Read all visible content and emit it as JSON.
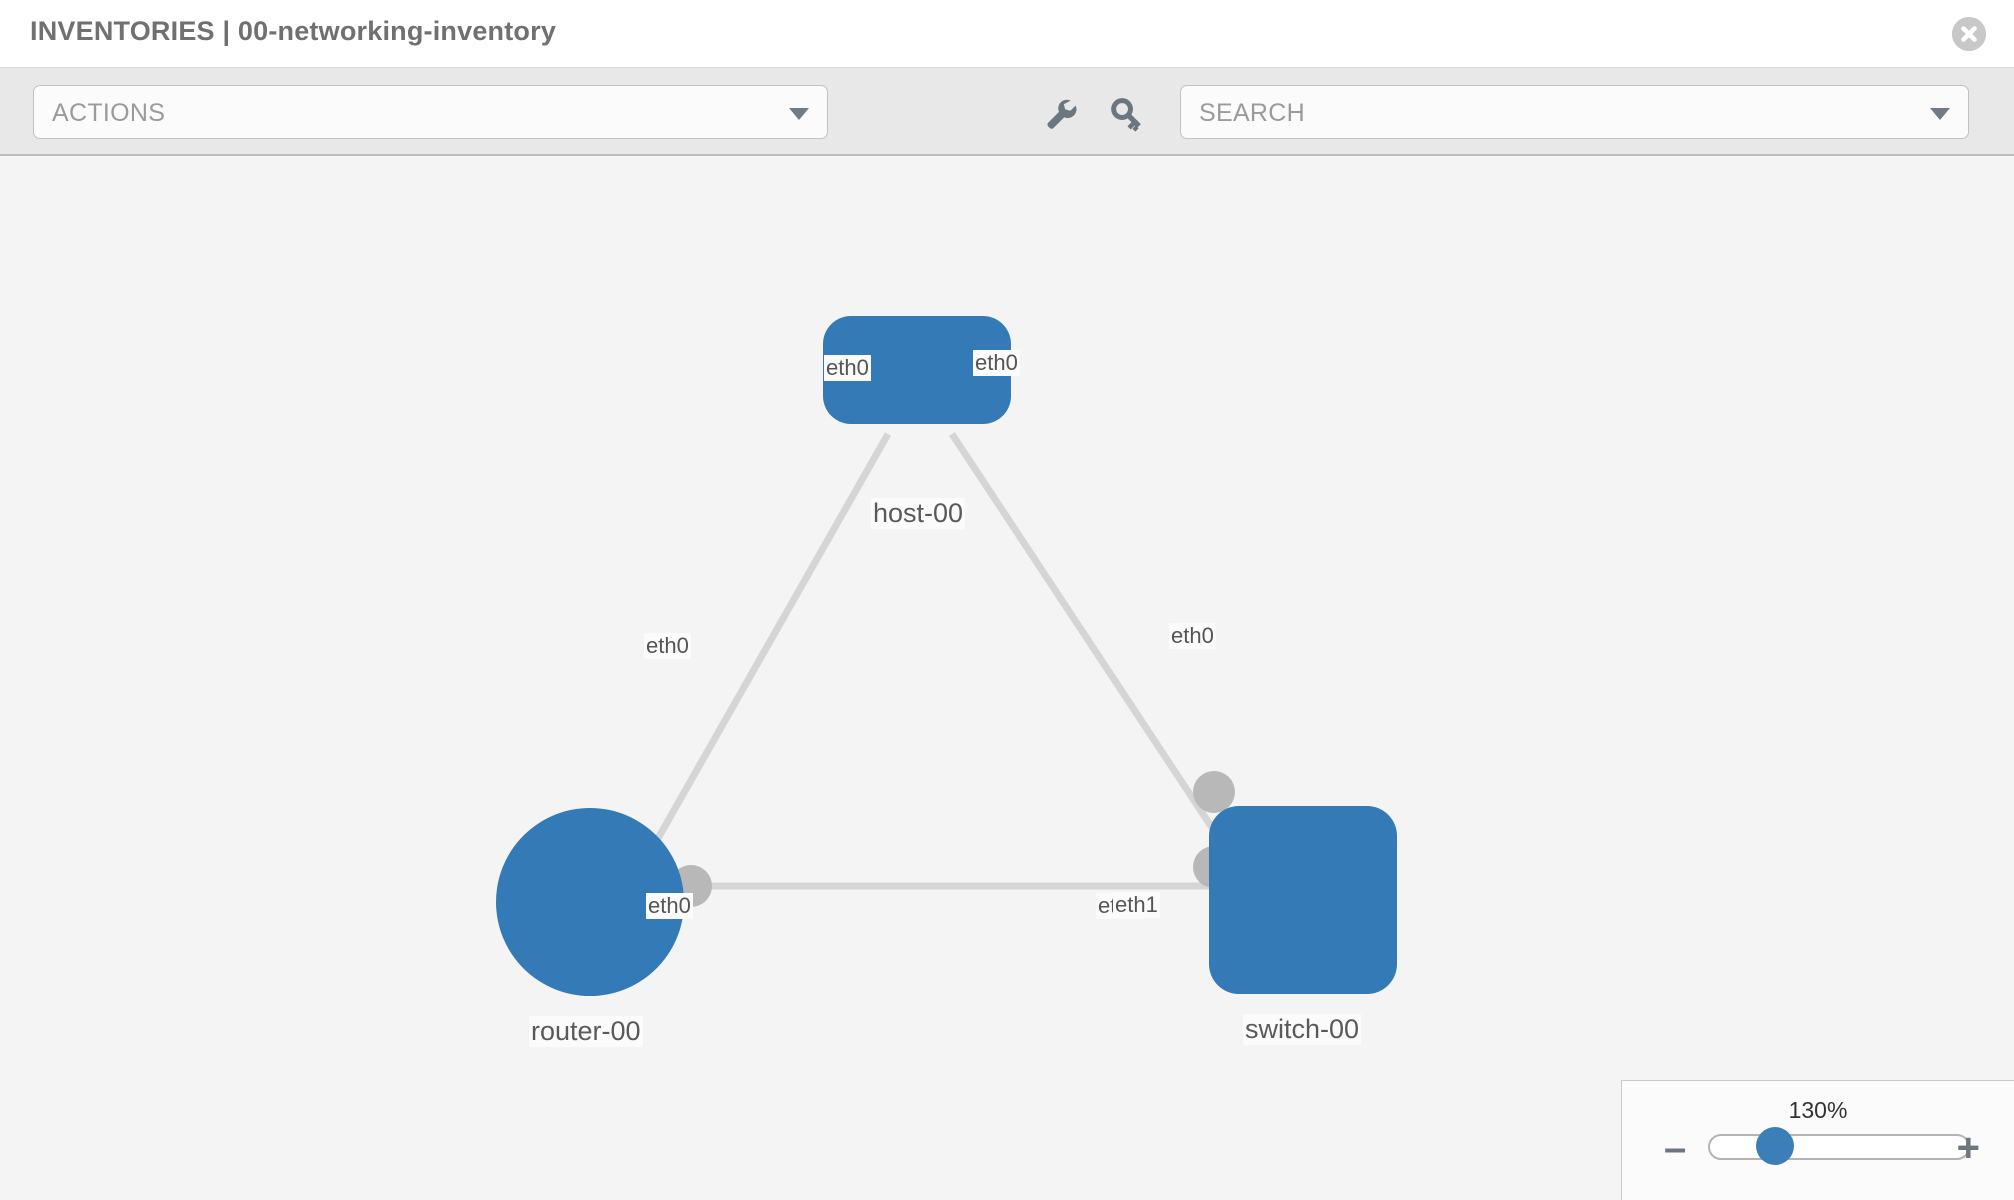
{
  "header": {
    "title": "INVENTORIES | 00-networking-inventory",
    "close_icon": "close-circle-icon"
  },
  "toolbar": {
    "actions": {
      "label": "ACTIONS",
      "caret_icon": "chevron-down-icon"
    },
    "search": {
      "placeholder": "SEARCH",
      "label": "SEARCH",
      "caret_icon": "chevron-down-icon"
    },
    "wrench_icon": "wrench-icon",
    "key_icon": "key-icon"
  },
  "topology": {
    "nodes": [
      {
        "id": "host-00",
        "label": "host-00",
        "type": "host",
        "shape": "rounded-rect",
        "icon": "server-appliance-icon"
      },
      {
        "id": "router-00",
        "label": "router-00",
        "type": "router",
        "shape": "circle",
        "icon": "four-arrows-inward-icon"
      },
      {
        "id": "switch-00",
        "label": "switch-00",
        "type": "switch",
        "shape": "rounded-square",
        "icon": "bidirectional-arrows-icon"
      }
    ],
    "links": [
      {
        "source": "host-00",
        "source_interface": "eth0",
        "target": "router-00",
        "target_interface": "eth0"
      },
      {
        "source": "host-00",
        "source_interface": "eth0",
        "target": "switch-00",
        "target_interface": "eth0"
      },
      {
        "source": "router-00",
        "source_interface": "eth0",
        "target": "switch-00",
        "target_interface": "eth1"
      }
    ],
    "interface_labels": {
      "host_left": "eth0",
      "host_right": "eth0",
      "router_up": "eth0",
      "switch_up": "eth0",
      "router_right": "eth0",
      "switch_left_hidden": "eth0",
      "switch_left": "eth1"
    },
    "node_color": "#337ab7",
    "link_color": "#d5d5d5",
    "interface_nub_color": "#b8b8b8"
  },
  "zoom": {
    "value_label": "130%",
    "minus_label": "–",
    "plus_label": "+",
    "minus_icon": "minus-icon",
    "plus_icon": "plus-icon"
  }
}
